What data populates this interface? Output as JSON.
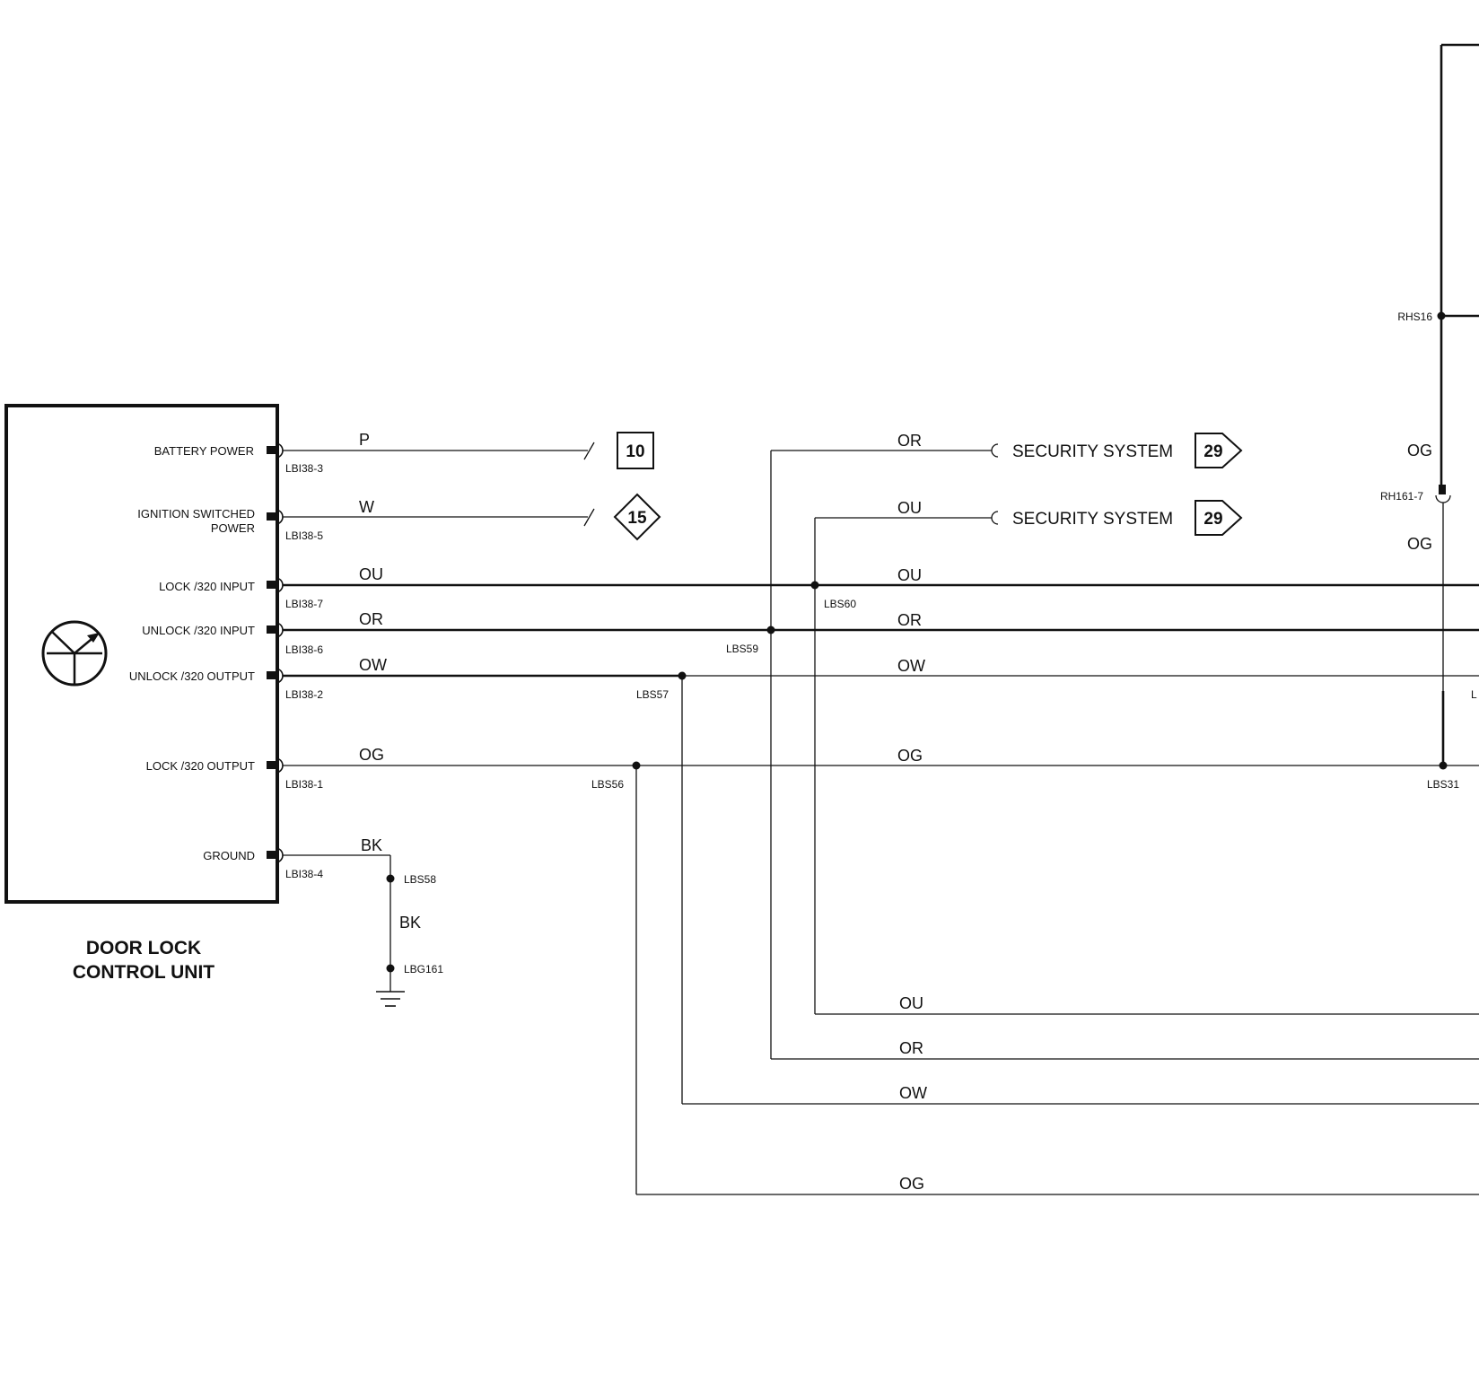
{
  "unit": {
    "name_line1": "DOOR LOCK",
    "name_line2": "CONTROL UNIT",
    "symbol_icon": "actuator-motor-symbol"
  },
  "pins": [
    {
      "label": "BATTERY POWER",
      "connector": "LBI38-3",
      "wire": "P"
    },
    {
      "label_line1": "IGNITION SWITCHED",
      "label_line2": "POWER",
      "connector": "LBI38-5",
      "wire": "W"
    },
    {
      "label": "LOCK /320 INPUT",
      "connector": "LBI38-7",
      "wire": "OU"
    },
    {
      "label": "UNLOCK /320 INPUT",
      "connector": "LBI38-6",
      "wire": "OR"
    },
    {
      "label": "UNLOCK /320 OUTPUT",
      "connector": "LBI38-2",
      "wire": "OW"
    },
    {
      "label": "LOCK /320 OUTPUT",
      "connector": "LBI38-1",
      "wire": "OG"
    },
    {
      "label": "GROUND",
      "connector": "LBI38-4",
      "wire": "BK"
    }
  ],
  "refs": {
    "battery": "10",
    "ignition": "15",
    "security1": "29",
    "security2": "29"
  },
  "security": {
    "label1": "SECURITY SYSTEM",
    "label2": "SECURITY SYSTEM",
    "wire1": "OR",
    "wire2": "OU"
  },
  "splices": {
    "lbs60": "LBS60",
    "lbs59": "LBS59",
    "lbs57": "LBS57",
    "lbs56": "LBS56",
    "lbs58": "LBS58",
    "lbg161": "LBG161",
    "lbs31": "LBS31",
    "rhs16": "RHS16",
    "rh161": "RH161-7"
  },
  "labels": {
    "ground_bk": "BK",
    "mid_ou": "OU",
    "mid_or": "OR",
    "mid_ow": "OW",
    "mid_og": "OG",
    "low_ou": "OU",
    "low_or": "OR",
    "low_ow": "OW",
    "low_og": "OG",
    "right_og_top": "OG",
    "right_og_bottom": "OG",
    "edge_l": "L"
  }
}
